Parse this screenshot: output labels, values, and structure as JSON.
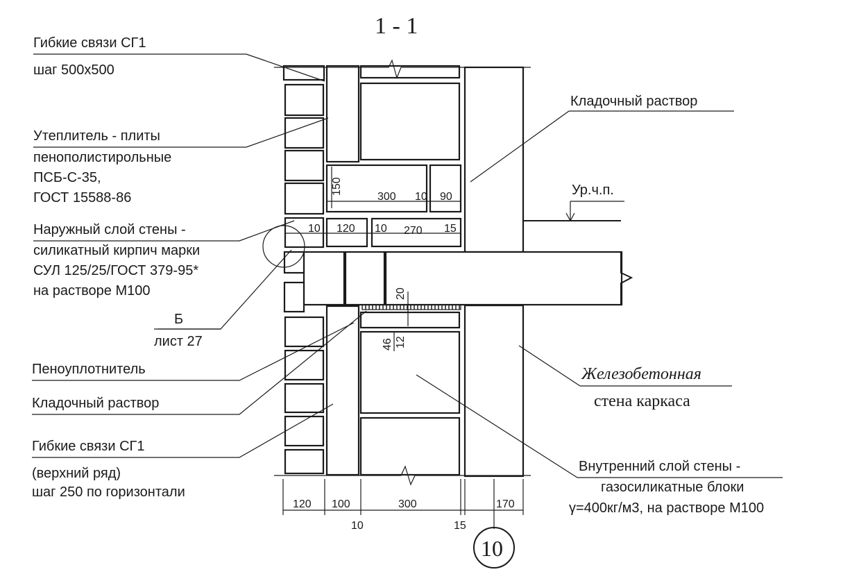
{
  "title": "1 - 1",
  "labels": {
    "flex_ties_1": "Гибкие связи СГ1",
    "flex_ties_1_step": "шаг 500х500",
    "insulation_1": "Утеплитель - плиты",
    "insulation_2": "пенополистирольные",
    "insulation_3": "ПСБ-С-35,",
    "insulation_4": "ГОСТ 15588-86",
    "outer_layer_1": "Наружный слой стены -",
    "outer_layer_2": "силикатный кирпич марки",
    "outer_layer_3": "СУЛ 125/25/ГОСТ 379-95*",
    "outer_layer_4": "на растворе М100",
    "ref_b": "Б",
    "ref_sheet": "лист 27",
    "foam_seal": "Пеноуплотнитель",
    "mortar_left": "Кладочный раствор",
    "flex_ties_2": "Гибкие связи СГ1",
    "flex_ties_2_row": "(верхний ряд)",
    "flex_ties_2_step": "шаг 250 по горизонтали",
    "mortar_right": "Кладочный раствор",
    "floor_level": "Ур.ч.п.",
    "rc_wall_1": "Железобетонная",
    "rc_wall_2": "стена каркаса",
    "inner_layer_1": "Внутренний слой стены -",
    "inner_layer_2": "газосиликатные блоки",
    "inner_layer_3": "γ=400кг/м3, на растворе М100",
    "axis": "10"
  },
  "dimensions": {
    "d150": "150",
    "d300_top": "300",
    "d10_top": "10",
    "d90": "90",
    "d10_left": "10",
    "d120_mid": "120",
    "d10_mid": "10",
    "d270": "270",
    "d15_mid": "15",
    "d20": "20",
    "d46": "46",
    "d12": "12",
    "b120": "120",
    "b100": "100",
    "b300": "300",
    "b170": "170",
    "b10": "10",
    "b15": "15"
  }
}
